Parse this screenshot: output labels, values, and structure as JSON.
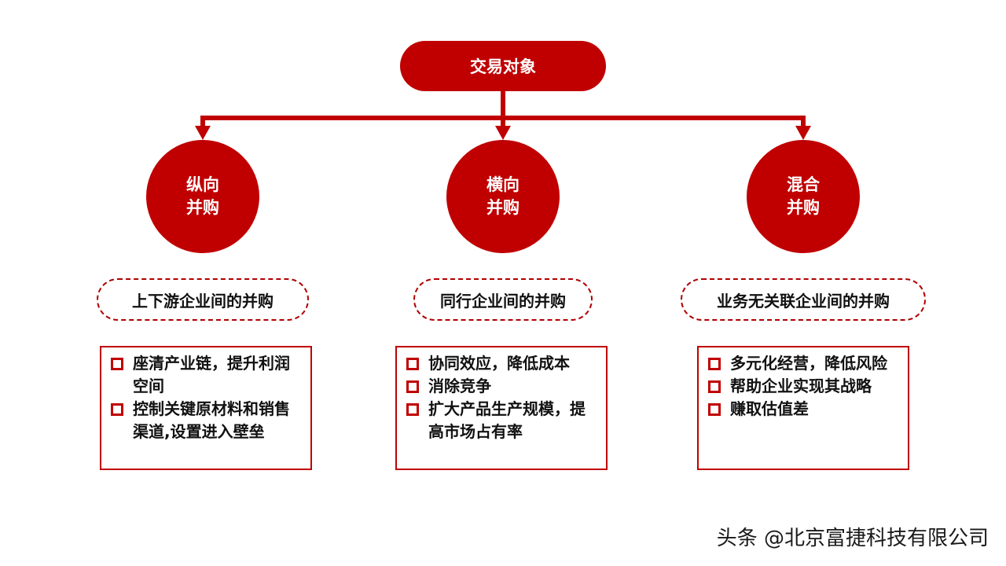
{
  "root": {
    "label": "交易对象"
  },
  "branches": [
    {
      "title_line1": "纵向",
      "title_line2": "并购",
      "desc": "上下游企业间的并购",
      "points": [
        "座清产业链，提升利润空间",
        "控制关键原材料和销售渠道,设置进入壁垒"
      ]
    },
    {
      "title_line1": "横向",
      "title_line2": "并购",
      "desc": "同行企业间的并购",
      "points": [
        "协同效应，降低成本",
        "消除竞争",
        "扩大产品生产规模，提高市场占有率"
      ]
    },
    {
      "title_line1": "混合",
      "title_line2": "并购",
      "desc": "业务无关联企业间的并购",
      "points": [
        "多元化经营，降低风险",
        "帮助企业实现其战略",
        "赚取估值差"
      ]
    }
  ],
  "footer": {
    "watermark": "头条 @北京富捷科技有限公司"
  },
  "colors": {
    "accent": "#c00000"
  }
}
